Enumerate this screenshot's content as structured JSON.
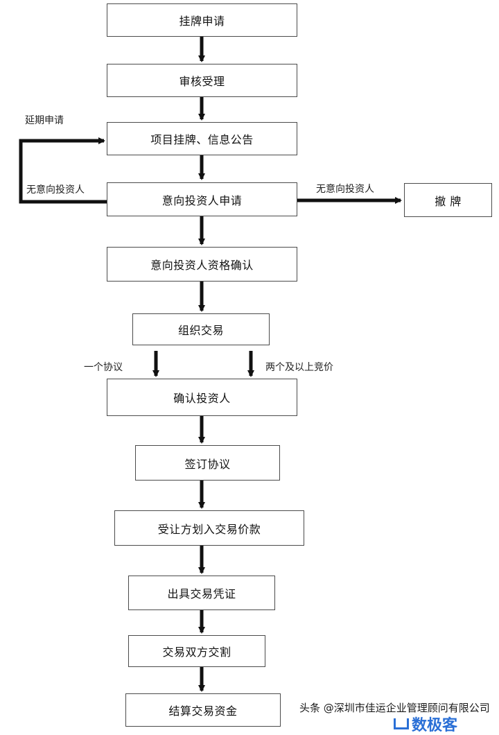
{
  "steps": [
    "挂牌申请",
    "审核受理",
    "项目挂牌、信息公告",
    "意向投资人申请",
    "意向投资人资格确认",
    "组织交易",
    "确认投资人",
    "签订协议",
    "受让方划入交易价款",
    "出具交易凭证",
    "交易双方交割",
    "结算交易资金"
  ],
  "side_box": "撤 牌",
  "labels": {
    "extend": "延期申请",
    "no_investor_left": "无意向投资人",
    "no_investor_right": "无意向投资人",
    "one_agreement": "一个协议",
    "two_or_more": "两个及以上竞价"
  },
  "watermark": {
    "line1": "头条 @深圳市佳运企业管理顾问有限公司",
    "brand": "数极客"
  }
}
